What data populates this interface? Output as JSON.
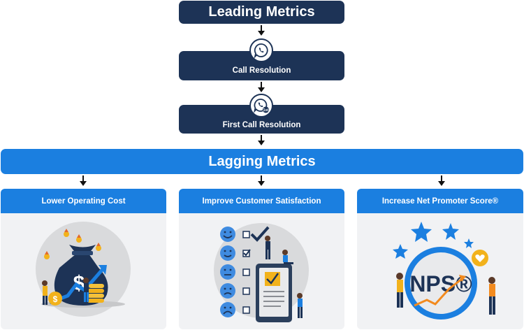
{
  "leading": {
    "title": "Leading Metrics"
  },
  "steps": [
    {
      "label": "Call Resolution",
      "icon": "phone-chat-icon"
    },
    {
      "label": "First Call Resolution",
      "icon": "phone-chat-first-icon"
    }
  ],
  "lagging": {
    "title": "Lagging Metrics"
  },
  "outcomes": [
    {
      "label": "Lower Operating Cost",
      "icon": "money-bag-illustration"
    },
    {
      "label": "Improve Customer Satisfaction",
      "icon": "survey-faces-illustration"
    },
    {
      "label": "Increase Net Promoter Score®",
      "icon": "nps-illustration",
      "badge_text": "NPS®"
    }
  ],
  "colors": {
    "dark": "#1d3356",
    "blue": "#1b7fe0",
    "panel": "#f1f2f4"
  }
}
